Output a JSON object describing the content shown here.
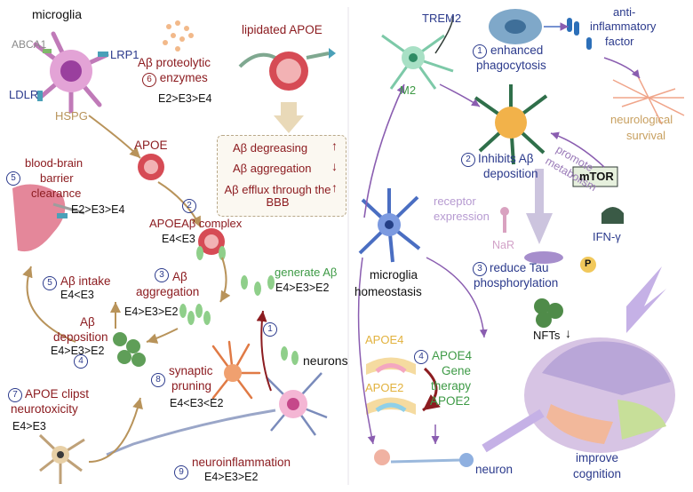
{
  "colors": {
    "dark_red": "#8c1c20",
    "purple": "#7b3fa0",
    "blue": "#2b3a8c",
    "green": "#3d9a45",
    "tan": "#b8935a",
    "salmon": "#d97a68",
    "gray": "#888888",
    "olive": "#7f8c3a",
    "light_purple": "#b69ad1",
    "black": "#111111"
  },
  "left": {
    "microglia": "microglia",
    "abca1": "ABCA1",
    "lrp1": "LRP1",
    "ldlr": "LDLR",
    "hspg": "HSPG",
    "proteolytic_num": "6",
    "proteolytic_line1": "Aβ proteolytic",
    "proteolytic_line2": "enzymes",
    "proteolytic_order": "E2>E3>E4",
    "lipidated": "lipidated APOE",
    "effects": [
      {
        "label": "Aβ degreasing",
        "arrow": "up"
      },
      {
        "label": "Aβ aggregation",
        "arrow": "down"
      },
      {
        "label": "Aβ efflux through the BBB",
        "arrow": "up"
      }
    ],
    "apoe": "APOE",
    "bbb_num": "5",
    "bbb_line1": "blood-brain",
    "bbb_line2": "barrier",
    "bbb_line3": "clearance",
    "bbb_order": "E2>E3>E4",
    "complex_num": "2",
    "complex": "APOEAβ complex",
    "complex_order": "E4<E3",
    "agg_num": "3",
    "agg_line1": "Aβ",
    "agg_line2": "aggregation",
    "agg_order": "E4>E3>E2",
    "generate": "generate Aβ",
    "generate_num": "1",
    "generate_order": "E4>E3>E2",
    "intake_num": "5",
    "intake": "Aβ intake",
    "intake_order": "E4<E3",
    "dep_line1": "Aβ",
    "dep_line2": "deposition",
    "dep_order": "E4>E3>E2",
    "dep_num": "4",
    "synaptic_num": "8",
    "synaptic_line1": "synaptic",
    "synaptic_line2": "pruning",
    "synaptic_order": "E4<E3<E2",
    "neurons": "neurons",
    "clipst_num": "7",
    "clipst_line1": "APOE clipst",
    "clipst_line2": "neurotoxicity",
    "clipst_order": "E4>E3",
    "neuroinf_num": "9",
    "neuroinf": "neuroinflammation",
    "neuroinf_order": "E4>E3>E2"
  },
  "right": {
    "trem2": "TREM2",
    "anti_line1": "anti-",
    "anti_line2": "inflammatory",
    "anti_line3": "factor",
    "phago_num": "1",
    "phago_line1": "enhanced",
    "phago_line2": "phagocytosis",
    "m2": "M2",
    "survival_line1": "neurological",
    "survival_line2": "survival",
    "inhibit_num": "2",
    "inhibit_line1": "Inhibits Aβ",
    "inhibit_line2": "deposition",
    "promote": "promote",
    "metabolism": "metabolism",
    "mtor": "mTOR",
    "receptor_line1": "receptor",
    "receptor_line2": "expression",
    "nar": "NaR",
    "ifn": "IFN-γ",
    "p": "P",
    "tau_num": "3",
    "tau_line1": "reduce Tau",
    "tau_line2": "phosphorylation",
    "homeo_line1": "microglia",
    "homeo_line2": "homeostasis",
    "nfts": "NFTs",
    "apoe4": "APOE4",
    "apoe2": "APOE2",
    "gene_num": "4",
    "gene_line1": "APOE4",
    "gene_line2": "Gene",
    "gene_line3": "therapy",
    "gene_line4": "APOE2",
    "neuron": "neuron",
    "improve_line1": "improve",
    "improve_line2": "cognition"
  }
}
